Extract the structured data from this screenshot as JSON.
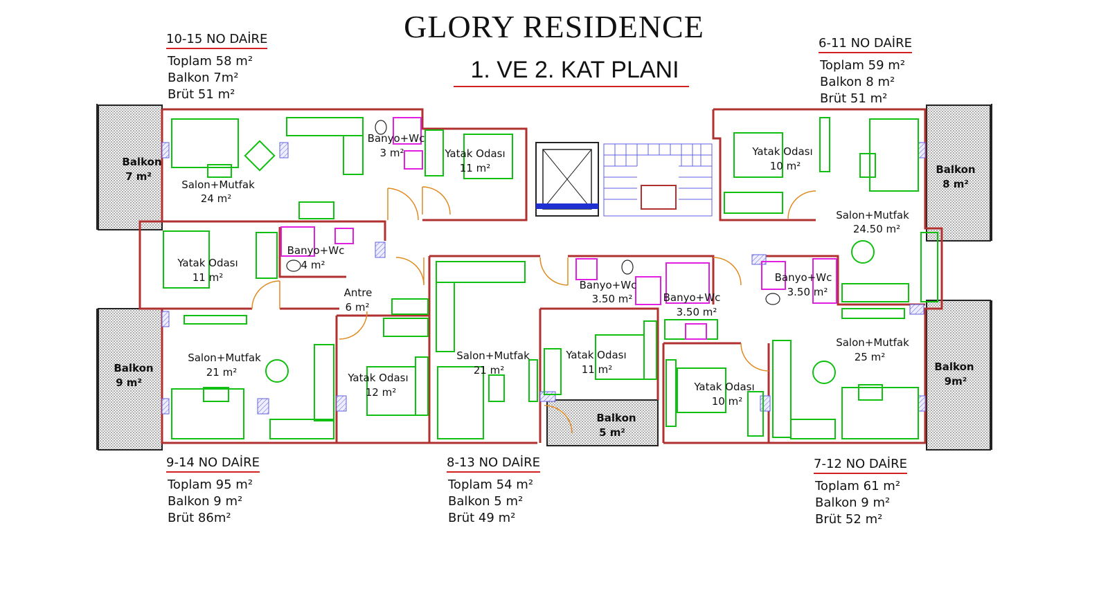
{
  "title": "GLORY RESIDENCE",
  "subtitle": "1. VE 2. KAT PLANI",
  "apartments": {
    "a10_15": {
      "name": "10-15 NO DAİRE",
      "total": "Toplam 58 m²",
      "balcony": "Balkon 7m²",
      "gross": "Brüt 51 m²"
    },
    "a6_11": {
      "name": "6-11 NO DAİRE",
      "total": "Toplam 59 m²",
      "balcony": "Balkon 8 m²",
      "gross": "Brüt 51 m²"
    },
    "a9_14": {
      "name": "9-14 NO DAİRE",
      "total": "Toplam 95 m²",
      "balcony": "Balkon 9 m²",
      "gross": "Brüt 86m²"
    },
    "a8_13": {
      "name": "8-13 NO DAİRE",
      "total": "Toplam 54 m²",
      "balcony": "Balkon 5 m²",
      "gross": "Brüt 49 m²"
    },
    "a7_12": {
      "name": "7-12 NO DAİRE",
      "total": "Toplam 61 m²",
      "balcony": "Balkon 9 m²",
      "gross": "Brüt 52 m²"
    }
  },
  "rooms": {
    "r1": {
      "name": "Salon+Mutfak",
      "area": "24 m²"
    },
    "r2": {
      "name": "Banyo+Wc",
      "area": "3 m²"
    },
    "r3": {
      "name": "Yatak Odası",
      "area": "11 m²"
    },
    "r4": {
      "name": "Yatak Odası",
      "area": "10 m²"
    },
    "r5": {
      "name": "Salon+Mutfak",
      "area": "24.50 m²"
    },
    "r6": {
      "name": "Yatak Odası",
      "area": "11 m²"
    },
    "r7": {
      "name": "Banyo+Wc",
      "area": "4 m²"
    },
    "r8": {
      "name": "Antre",
      "area": "6 m²"
    },
    "r9": {
      "name": "Banyo+Wc",
      "area": "3.50 m²"
    },
    "r10": {
      "name": "Banyo+Wc",
      "area": "3.50 m²"
    },
    "r11": {
      "name": "Banyo+Wc",
      "area": "3.50 m²"
    },
    "r12": {
      "name": "Salon+Mutfak",
      "area": "21 m²"
    },
    "r13": {
      "name": "Yatak Odası",
      "area": "12 m²"
    },
    "r14": {
      "name": "Salon+Mutfak",
      "area": "21 m²"
    },
    "r15": {
      "name": "Yatak Odası",
      "area": "11 m²"
    },
    "r16": {
      "name": "Yatak Odası",
      "area": "10 m²"
    },
    "r17": {
      "name": "Salon+Mutfak",
      "area": "25 m²"
    }
  },
  "balconies": {
    "b1": {
      "name": "Balkon",
      "area": "7 m²"
    },
    "b2": {
      "name": "Balkon",
      "area": "8 m²"
    },
    "b3": {
      "name": "Balkon",
      "area": "9 m²"
    },
    "b4": {
      "name": "Balkon",
      "area": "5 m²"
    },
    "b5": {
      "name": "Balkon",
      "area": "9m²"
    }
  },
  "colors": {
    "wall": "#b03030",
    "furniture": "#10c010",
    "sanitary": "#e020e0",
    "stairs": "#6060e0",
    "hatch": "#555555",
    "door": "#e08a20"
  }
}
